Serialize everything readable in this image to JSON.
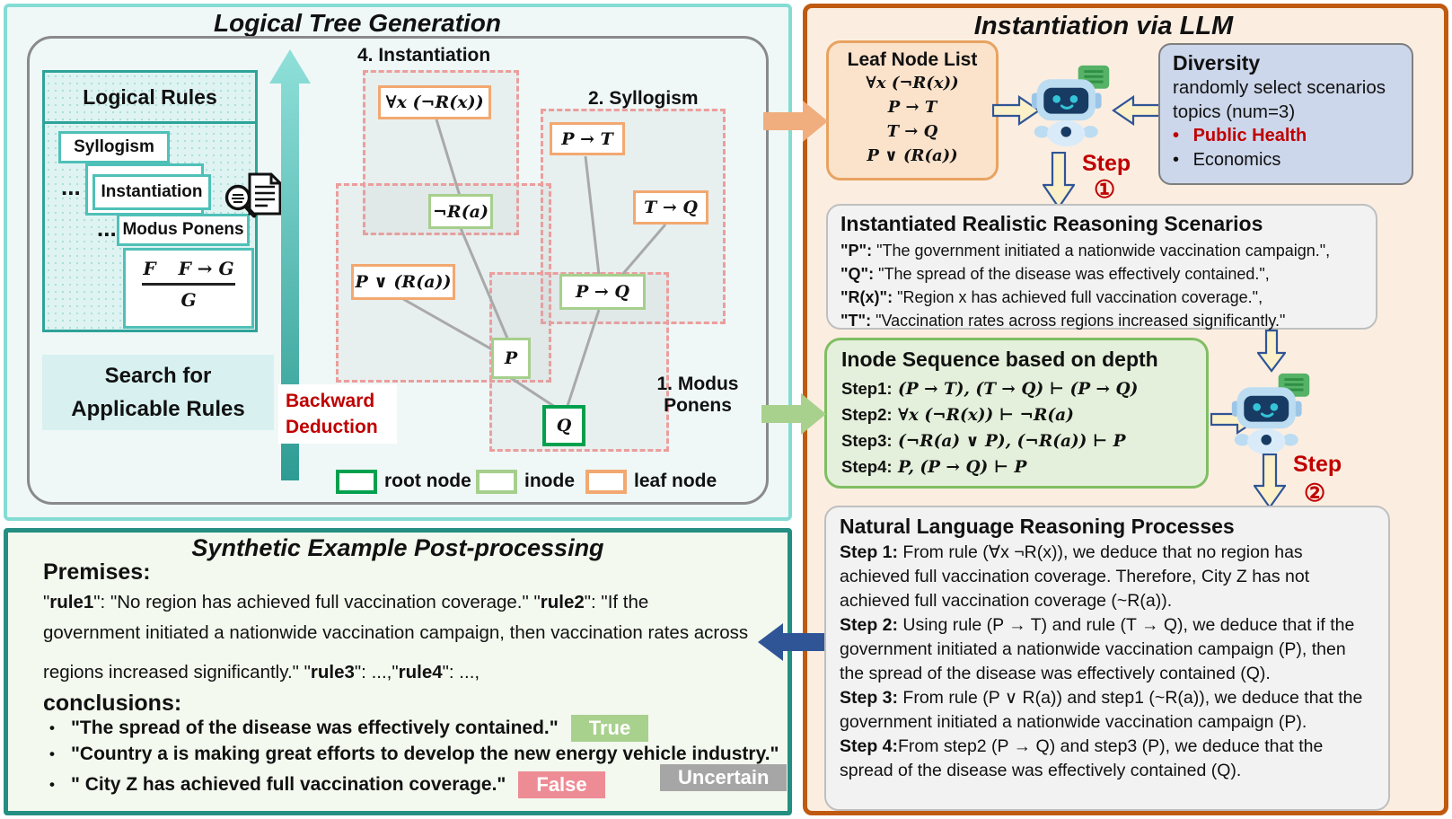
{
  "left_panel": {
    "title": "Logical Tree Generation",
    "logical_rules": {
      "title": "Logical Rules",
      "rule_syllogism": "Syllogism",
      "rule_instantiation": "Instantiation",
      "rule_modus_ponens": "Modus Ponens",
      "ellipsis": "...",
      "formula_num_left": "F",
      "formula_num_right": "F → G",
      "formula_den": "G"
    },
    "search_box": {
      "line1": "Search for",
      "line2": "Applicable Rules"
    },
    "backward": {
      "line1": "Backward",
      "line2": "Deduction"
    },
    "groups": {
      "instantiation": "4. Instantiation",
      "syllogism": "2. Syllogism",
      "modus_line1": "1. Modus",
      "modus_line2": "Ponens"
    },
    "nodes": {
      "forall": "∀x (¬R(x))",
      "pt": "P → T",
      "tq": "T → Q",
      "nra": "¬R(a)",
      "pvra": "P ∨ (R(a))",
      "pq": "P → Q",
      "p": "P",
      "q": "Q"
    },
    "legend": {
      "root": "root node",
      "inode": "inode",
      "leaf": "leaf node"
    }
  },
  "right_panel": {
    "title": "Instantiation via LLM",
    "leaf_list": {
      "title": "Leaf Node List",
      "items": [
        "∀x (¬R(x))",
        "P → T",
        "T → Q",
        "P ∨ (R(a))"
      ]
    },
    "diversity": {
      "title": "Diversity",
      "line1": "randomly select scenarios",
      "line2": "topics   (num=3)",
      "bullet": "•",
      "topic1": "Public Health",
      "topic2": "Economics"
    },
    "step1": {
      "label": "Step",
      "num": "①"
    },
    "step2": {
      "label": "Step",
      "num": "②"
    },
    "scenarios": {
      "title": "Instantiated Realistic Reasoning Scenarios",
      "lines": [
        {
          "key": "\"P\":",
          "text": " \"The government initiated a nationwide vaccination campaign.\","
        },
        {
          "key": "\"Q\":",
          "text": " \"The spread of the disease was effectively contained.\","
        },
        {
          "key": "\"R(x)\":",
          "text": " \"Region x has achieved full vaccination coverage.\","
        },
        {
          "key": "\"T\":",
          "text": " \"Vaccination rates across regions increased significantly.\""
        }
      ]
    },
    "inode_seq": {
      "title": "Inode Sequence based on depth",
      "steps": [
        {
          "label": "Step1:",
          "formula": " (P → T), (T → Q)  ⊢  (P → Q)"
        },
        {
          "label": "Step2:",
          "formula": " ∀x (¬R(x))  ⊢  ¬R(a)"
        },
        {
          "label": "Step3:",
          "formula": " (¬R(a) ∨ P), (¬R(a))  ⊢  P"
        },
        {
          "label": "Step4:",
          "formula": "  P, (P → Q) ⊢ P"
        }
      ]
    },
    "nl": {
      "title": "Natural Language Reasoning Processes",
      "steps": [
        {
          "label": "Step 1:",
          "text": " From rule (∀x ¬R(x)), we deduce that no region has achieved full vaccination coverage. Therefore, City Z has not achieved full vaccination coverage (~R(a))."
        },
        {
          "label": "Step 2:",
          "text": " Using rule (P → T) and rule (T → Q), we deduce that if the government initiated a nationwide vaccination campaign (P), then the spread of the disease was effectively contained (Q)."
        },
        {
          "label": "Step 3:",
          "text": " From rule (P ∨ R(a)) and step1 (~R(a)), we deduce that the government initiated a nationwide vaccination campaign (P)."
        },
        {
          "label": "Step 4:",
          "text": "From step2 (P → Q) and step3 (P), we deduce that the spread of the disease was effectively contained (Q)."
        }
      ]
    }
  },
  "bottom_panel": {
    "title": "Synthetic Example Post-processing",
    "premises_label": "Premises:",
    "premises": {
      "line1": [
        {
          "t": "\"",
          "b": false
        },
        {
          "t": "rule1",
          "b": true
        },
        {
          "t": "\": \"No region has achieved full vaccination coverage.\"   \"",
          "b": false
        },
        {
          "t": "rule2",
          "b": true
        },
        {
          "t": "\":  \"If the",
          "b": false
        }
      ],
      "line2": [
        {
          "t": "government initiated a nationwide vaccination campaign, then vaccination rates across",
          "b": false
        }
      ],
      "line3": [
        {
          "t": "regions increased significantly.\"  \"",
          "b": false
        },
        {
          "t": "rule3",
          "b": true
        },
        {
          "t": "\": ...,\"",
          "b": false
        },
        {
          "t": "rule4",
          "b": true
        },
        {
          "t": "\": ...,",
          "b": false
        }
      ]
    },
    "conclusions_label": "conclusions:",
    "bullet": "•",
    "conclusions": [
      {
        "text": "\"The spread of the disease was effectively contained.\"",
        "badge": "True"
      },
      {
        "text": "\"Country a is making great efforts to develop the new energy vehicle industry.\""
      },
      {
        "text": "\" City Z has achieved full vaccination coverage.\"",
        "badge": "False"
      }
    ],
    "uncertain_badge": "Uncertain"
  },
  "colors": {
    "teal_border": "#84DCD4",
    "teal_dark": "#2EA39A",
    "orange_panel": "#C05A11",
    "red_accent": "#C00000",
    "root_green": "#00A14E",
    "inode_green": "#A6CF8D",
    "leaf_orange": "#F2A870",
    "dashed_pink": "#EB9E9C",
    "true_bg": "#A9D18E",
    "false_bg": "#EE8C96",
    "uncertain_bg": "#A6A6A6",
    "blue_arrow": "#2F5597",
    "yellow_arrow_fill": "#FCF0C8",
    "green_arrow": "#A9D18E",
    "orange_arrow": "#F0AE7E"
  }
}
